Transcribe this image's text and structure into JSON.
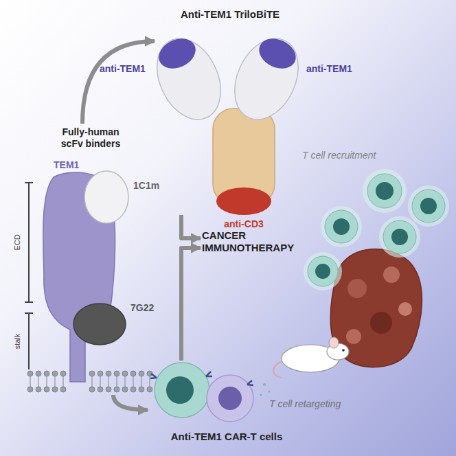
{
  "diagram": {
    "nodes": [
      {
        "text": [
          "Anti-TEM1 TriloBiTE"
        ]
      },
      {
        "text": [
          "Fully-human scFv binders"
        ]
      },
      {
        "text": [
          "CANCER IMMUNOTHERAPY"
        ]
      },
      {
        "text": [
          "Anti-TEM1 CAR-T cells"
        ]
      }
    ],
    "edges": [
      {
        "from": 1,
        "to": 0,
        "arrow": "to"
      },
      {
        "from": 1,
        "to": 3,
        "arrow": "to"
      },
      {
        "from": 0,
        "to": 2,
        "arrow": "to"
      },
      {
        "from": 3,
        "to": 2,
        "arrow": "to"
      }
    ],
    "labels": [
      "anti-TEM1",
      "anti-TEM1",
      "T cell recruitment",
      "anti-CD3",
      "TEM1",
      "1C1m",
      "7G22",
      "ECD",
      "stalk",
      "T cell retargeting"
    ]
  }
}
